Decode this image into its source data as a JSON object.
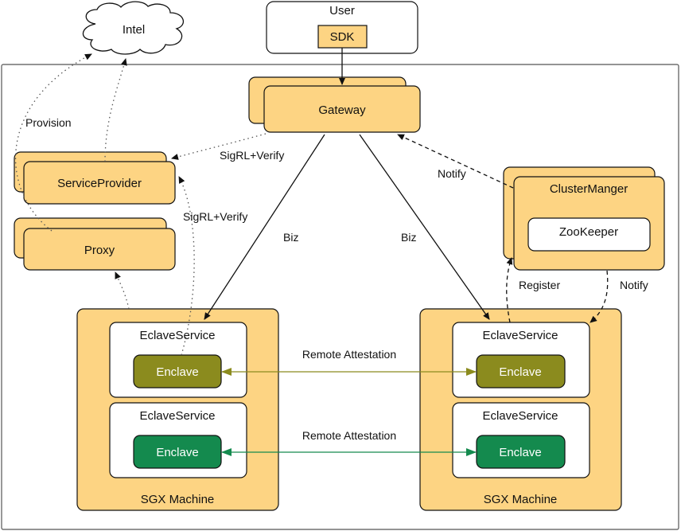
{
  "nodes": {
    "intel": "Intel",
    "user": "User",
    "sdk": "SDK",
    "gateway": "Gateway",
    "service_provider": "ServiceProvider",
    "proxy": "Proxy",
    "cluster_manager": "ClusterManger",
    "zookeeper": "ZooKeeper",
    "sgx_left": {
      "title": "SGX Machine",
      "services": [
        {
          "title": "EclaveService",
          "enclave": "Enclave"
        },
        {
          "title": "EclaveService",
          "enclave": "Enclave"
        }
      ]
    },
    "sgx_right": {
      "title": "SGX Machine",
      "services": [
        {
          "title": "EclaveService",
          "enclave": "Enclave"
        },
        {
          "title": "EclaveService",
          "enclave": "Enclave"
        }
      ]
    }
  },
  "edges": {
    "provision": "Provision",
    "sigrl_verify_gateway": "SigRL+Verify",
    "sigrl_verify_service": "SigRL+Verify",
    "biz_left": "Biz",
    "biz_right": "Biz",
    "notify_gateway": "Notify",
    "register": "Register",
    "notify_service": "Notify",
    "remote_attestation_1": "Remote Attestation",
    "remote_attestation_2": "Remote Attestation"
  },
  "colors": {
    "box_fill": "#FDD483",
    "enclave_olive": "#8B8B1E",
    "enclave_green": "#148A4E",
    "attest_olive": "#8B8B1E",
    "attest_green": "#148A4E"
  }
}
